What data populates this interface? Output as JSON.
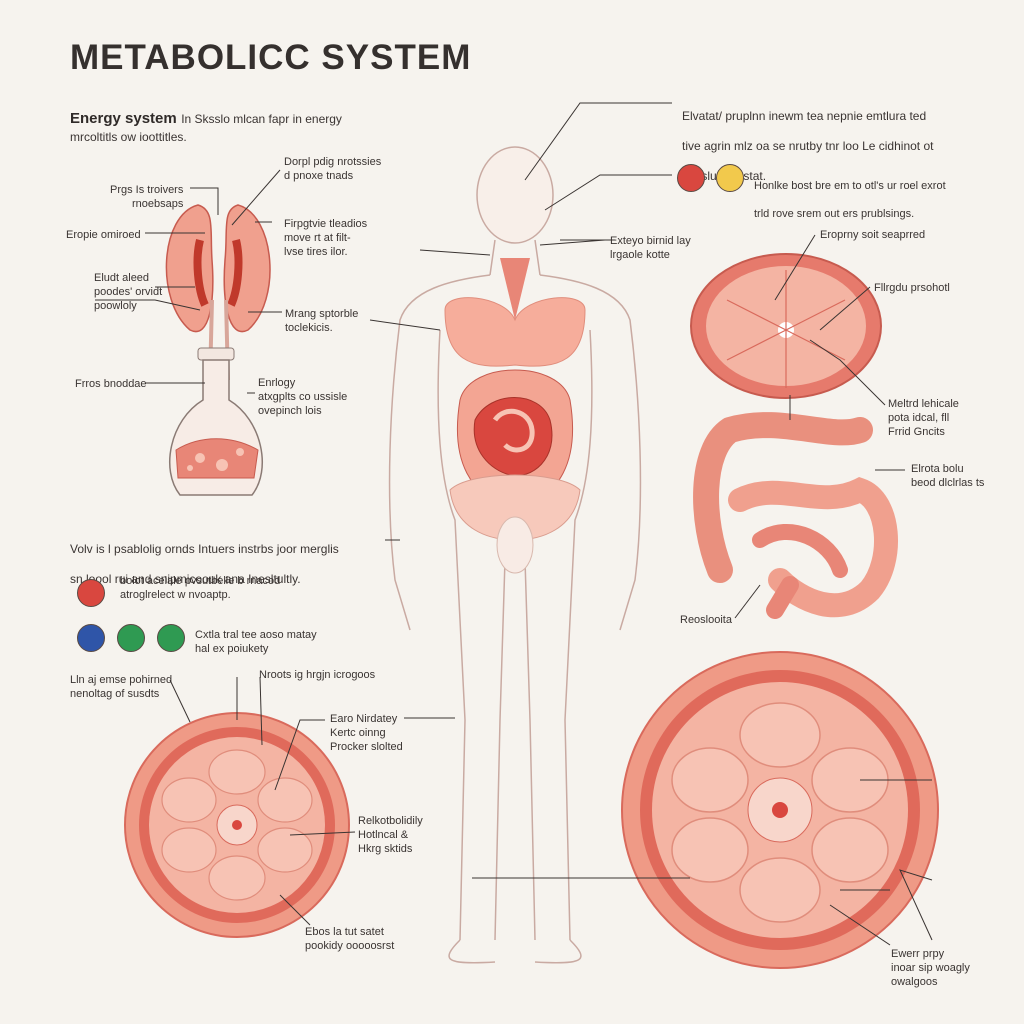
{
  "title": "METABOLICC SYSTEM",
  "intro": {
    "heading": "Energy system",
    "line1": "In Sksslo mlcan fapr in energy",
    "line2": "mrcoltitls ow ioottitles."
  },
  "top_right_note": {
    "line1": "Elvatat/ pruplnn inewm tea nepnie emtlura ted",
    "line2": "tive agrin mlz oa se nrutby tnr loo Le cidhinot ot",
    "line3": "consluag /estat."
  },
  "swatch_note_top": {
    "line1": "Honlke bost bre em to otl's ur roel exrot",
    "line2": "trld rove srem out ers prublsings."
  },
  "left_desc": {
    "line1": "Volv is l psablolig ornds Intuers instrbs joor merglis",
    "line2": "sn loool rui and snipmicoouk ana Inesltultly."
  },
  "legend": {
    "red_text": "bolot acelale pvsutbelle b rnacod\natroglrelect w nvoaptp.",
    "multi_text": "Cxtla tral tee aoso matay\nhal ex poiukety"
  },
  "colors": {
    "red": "#d9473f",
    "yellow": "#f2c94c",
    "blue": "#2f55a8",
    "green": "#2f9a52",
    "tissue": "#f0a08e",
    "tissue_dark": "#d96a5c",
    "tissue_light": "#f7c3b4",
    "line": "#3a3432"
  },
  "labels": {
    "kidney_top": "Dorpl pdig nrotssies\nd pnoxe tnads",
    "kidney_left_top": "Prgs Is troivers\nrnoebsaps",
    "kidney_left_mid": "Eropie omiroed",
    "kidney_right_mid": "Firpgtvie tleadios\nmove rt at filt-\nlvse tires ilor.",
    "kidney_left_low": "Eludt aleed\npoodes' orvidt\npoowloly",
    "kidney_right_low": "Mrang sptorble\ntoclekicis.",
    "flask_left": "Frros bnoddae",
    "flask_right": "Enrlogy\natxgplts co ussisle\novepinch lois",
    "body_neck": "Exteyo birnid lay\nlrgaole kotte",
    "body_knee": "Earo Nirdatey\nKertc oinng\nProcker slolted",
    "cross_right": "Fllrgdu prsohotl",
    "cross_top": "Eroprny soit seaprred",
    "cross_bottom": "Meltrd lehicale\npota idcal, fll\nFrrid Gncits",
    "intestine_right": "Elrota bolu\nbeod dlclrlas ts",
    "intestine_bottom": "Reoslooita",
    "lcell_topleft": "Lln aj emse pohirned\nnenoltag of susdts",
    "lcell_top": "Nroots ig hrgjn icrogoos",
    "lcell_right": "Relkotbolidily\nHotlncal &\nHkrg sktids",
    "lcell_bottom": "Ebos la tut satet\npookidy ooooosrst",
    "bcell_bottom": "Ewerr prpy\ninoar sip woagly\nowalgoos"
  }
}
